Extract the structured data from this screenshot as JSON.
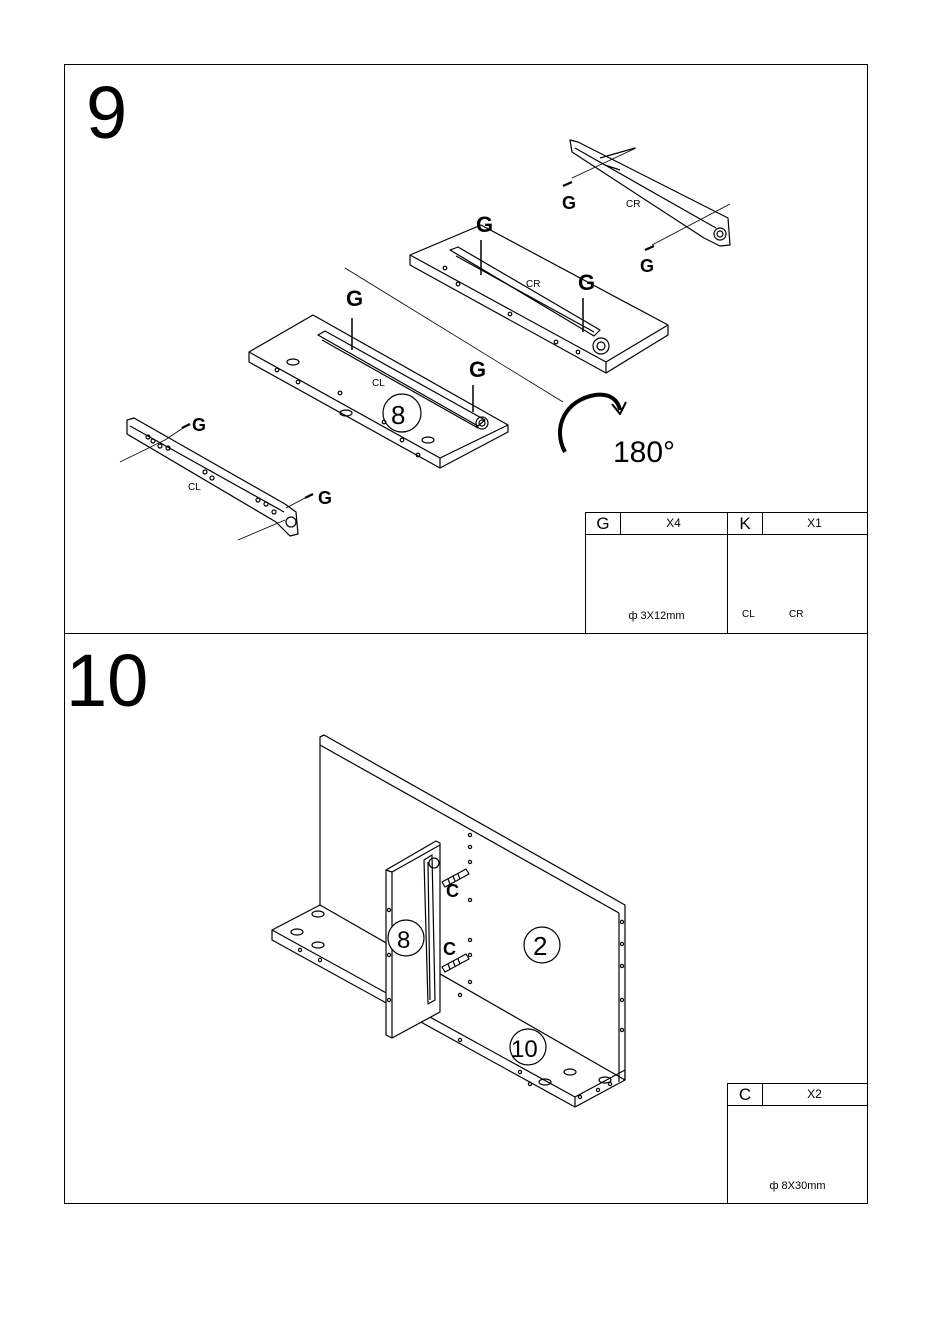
{
  "step9": {
    "number": "9",
    "rotation": "180°",
    "labels": {
      "g": "G",
      "cr": "CR",
      "cl": "CL",
      "panel": "8"
    },
    "parts": [
      {
        "letter": "G",
        "qty": "X4",
        "spec": "ф 3X12mm"
      },
      {
        "letter": "K",
        "qty": "X1",
        "sub_cl": "CL",
        "sub_cr": "CR"
      }
    ]
  },
  "step10": {
    "number": "10",
    "labels": {
      "c": "C",
      "panel_8": "8",
      "panel_2": "2",
      "panel_10": "10"
    },
    "parts": [
      {
        "letter": "C",
        "qty": "X2",
        "spec": "ф 8X30mm"
      }
    ]
  }
}
